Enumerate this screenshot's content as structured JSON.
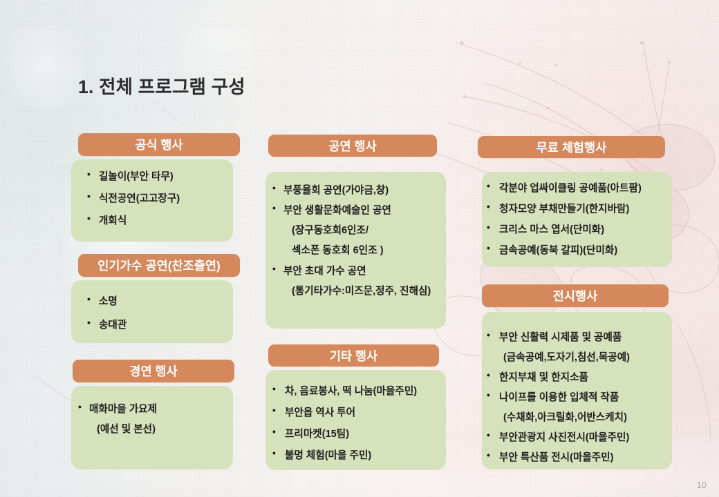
{
  "slide": {
    "title": "1. 전체 프로그램 구성",
    "page_number": "10",
    "colors": {
      "header_orange": "#D4885C",
      "body_green": "#D6E2BC",
      "title_text": "#2B2B2B",
      "header_text": "#FFFFFF",
      "body_text": "#1D1D1D",
      "page_number_text": "#A9A9A9",
      "background_cool": "#EEF0F0",
      "background_warm": "#FBF4F2"
    },
    "bullet_glyph": "•"
  },
  "columns": [
    {
      "name": "column-1",
      "panels": [
        {
          "id": "official",
          "header": "공식 행사",
          "items": [
            {
              "text": "길놀이(부안 타무)",
              "continuation": false
            },
            {
              "text": "식전공연(고고장구)",
              "continuation": false
            },
            {
              "text": "개회식",
              "continuation": false
            }
          ]
        },
        {
          "id": "singer",
          "header": "인기가수 공연(찬조출연)",
          "items": [
            {
              "text": "소명",
              "continuation": false
            },
            {
              "text": "송대관",
              "continuation": false
            }
          ]
        },
        {
          "id": "contest",
          "header": "경연 행사",
          "items": [
            {
              "text": "매화마을 가요제",
              "continuation": false
            },
            {
              "text": "(예선 및 본선)",
              "continuation": true
            }
          ]
        }
      ]
    },
    {
      "name": "column-2",
      "panels": [
        {
          "id": "perform",
          "header": "공연 행사",
          "items": [
            {
              "text": "부풍율회 공연(가야금,창)",
              "continuation": false
            },
            {
              "text": "부안 생활문화예술인 공연",
              "continuation": false
            },
            {
              "text": "(장구동호회6인조/",
              "continuation": true
            },
            {
              "text": "섹소폰 동호회 6인조 )",
              "continuation": true
            },
            {
              "text": "부안 초대 가수 공연",
              "continuation": false
            },
            {
              "text": "(통기타가수:미즈문,정주,  진해심)",
              "continuation": true
            }
          ]
        },
        {
          "id": "etc",
          "header": "기타 행사",
          "items": [
            {
              "text": "차, 음료봉사, 떡 나눔(마을주민)",
              "continuation": false
            },
            {
              "text": "부안읍 역사 투어",
              "continuation": false
            },
            {
              "text": "프리마켓(15팀)",
              "continuation": false
            },
            {
              "text": "불멍 체험(마을 주민)",
              "continuation": false
            }
          ]
        }
      ]
    },
    {
      "name": "column-3",
      "panels": [
        {
          "id": "free",
          "header": "무료 체험행사",
          "items": [
            {
              "text": "각분야 업싸이클링 공예품(아트팜)",
              "continuation": false
            },
            {
              "text": "청자모양 부채만들기(한지바람)",
              "continuation": false
            },
            {
              "text": "크리스 마스 엽서(단미화)",
              "continuation": false
            },
            {
              "text": "금속공예(동북 갈피)(단미화)",
              "continuation": false
            }
          ]
        },
        {
          "id": "exhibit",
          "header": "전시행사",
          "items": [
            {
              "text": "부안 신활력 시제품 및 공예품",
              "continuation": false
            },
            {
              "text": "(금속공예,도자기,침선,목공예)",
              "continuation": true
            },
            {
              "text": "한지부채 및 한지소품",
              "continuation": false
            },
            {
              "text": "나이프를 이용한 입체적 작품",
              "continuation": false
            },
            {
              "text": "(수채화,아크릴화,어반스케치)",
              "continuation": true
            },
            {
              "text": "부안관광지 사진전시(마을주민)",
              "continuation": false
            },
            {
              "text": "부안 특산품 전시(마을주민)",
              "continuation": false
            }
          ]
        }
      ]
    }
  ]
}
